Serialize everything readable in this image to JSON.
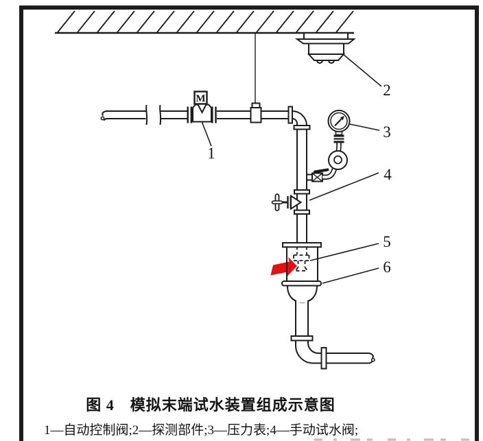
{
  "figure_caption": {
    "title": "图 4　模拟末端试水装置组成示意图",
    "legend_text": "1—自动控制阀;2—探测部件;3—压力表;4—手动试水阀;"
  },
  "legend_entries": [
    {
      "num": "1",
      "name": "自动控制阀"
    },
    {
      "num": "2",
      "name": "探测部件"
    },
    {
      "num": "3",
      "name": "压力表"
    },
    {
      "num": "4",
      "name": "手动试水阀"
    }
  ],
  "diagram": {
    "actuator_label": "M",
    "callouts": [
      "1",
      "2",
      "3",
      "4",
      "5",
      "6"
    ]
  },
  "colors": {
    "line": "#1c1c1c",
    "arrow": "#e01212",
    "paper": "#ffffff",
    "frame": "#000000"
  }
}
